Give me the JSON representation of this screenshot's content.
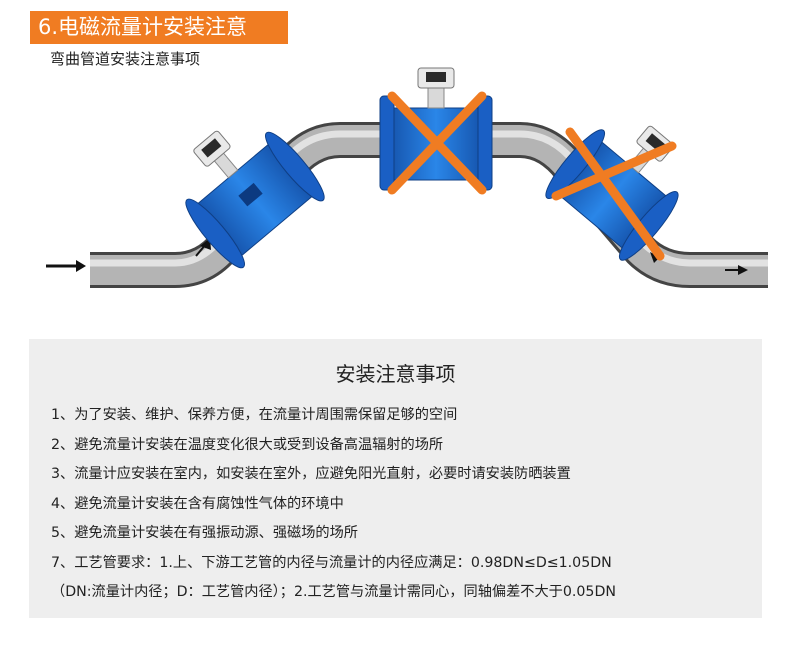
{
  "header": {
    "title": "6.电磁流量计安装注意",
    "subtitle": "弯曲管道安装注意事项"
  },
  "colors": {
    "accent": "#f07c22",
    "meter_blue": "#1d6fd1",
    "pipe_gray": "#8a8a8a",
    "panel_bg": "#eeeeee"
  },
  "diagram": {
    "meters": [
      {
        "name": "meter-correct",
        "status": "ok"
      },
      {
        "name": "meter-top-wrong",
        "status": "crossed-out"
      },
      {
        "name": "meter-right-wrong",
        "status": "crossed-out"
      }
    ],
    "icons": [
      "flow-in-arrow-icon",
      "flow-direction-arrow-icon",
      "cross-mark-icon"
    ]
  },
  "notes": {
    "title": "安装注意事项",
    "items": [
      "1、为了安装、维护、保养方便，在流量计周围需保留足够的空间",
      "2、避免流量计安装在温度变化很大或受到设备高温辐射的场所",
      "3、流量计应安装在室内，如安装在室外，应避免阳光直射，必要时请安装防晒装置",
      "4、避免流量计安装在含有腐蚀性气体的环境中",
      "5、避免流量计安装在有强振动源、强磁场的场所",
      "7、工艺管要求：1.上、下游工艺管的内径与流量计的内径应满足：0.98DN≤D≤1.05DN",
      "（DN:流量计内径；D：工艺管内径）；2.工艺管与流量计需同心，同轴偏差不大于0.05DN"
    ]
  }
}
